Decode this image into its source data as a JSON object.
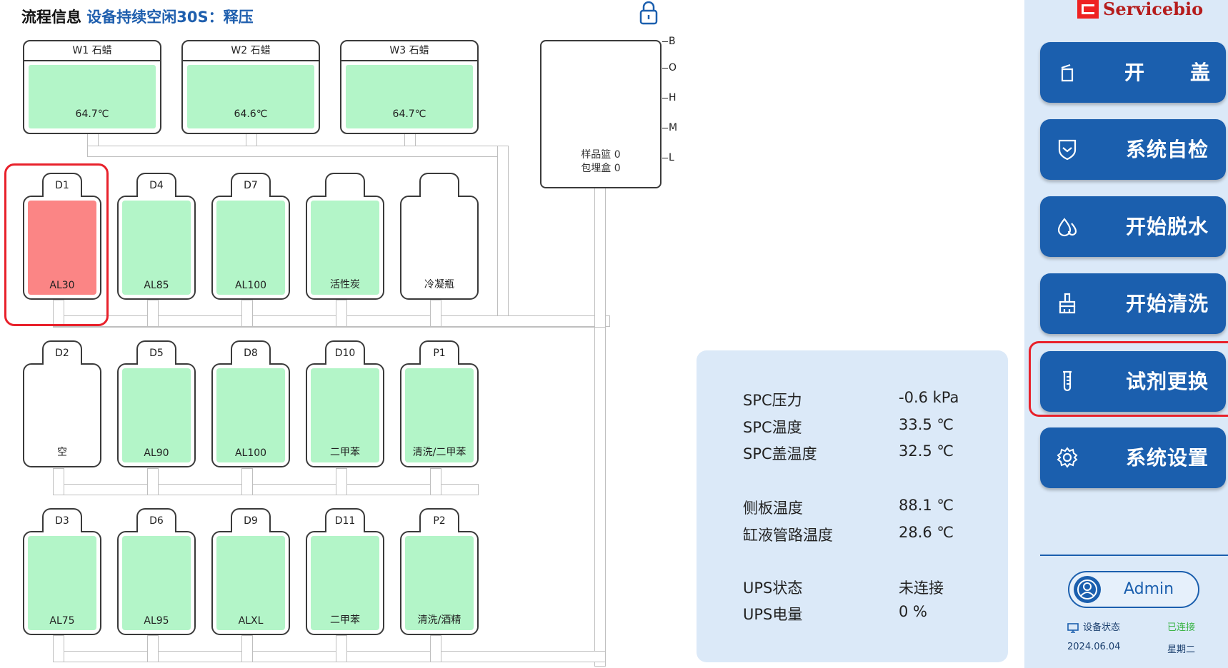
{
  "header": {
    "label": "流程信息",
    "status": "设备持续空闲30S：释压"
  },
  "wax_tanks": [
    {
      "name": "W1 石蜡",
      "temp": "64.7℃"
    },
    {
      "name": "W2 石蜡",
      "temp": "64.6℃"
    },
    {
      "name": "W3 石蜡",
      "temp": "64.7℃"
    }
  ],
  "basket": {
    "line1": "样品篮 0",
    "line2": "包埋盒 0",
    "levels": [
      "B",
      "O",
      "H",
      "M",
      "L"
    ]
  },
  "bottles": [
    {
      "id": "D1",
      "label": "AL30",
      "fill": "red"
    },
    {
      "id": "D4",
      "label": "AL85",
      "fill": "green"
    },
    {
      "id": "D7",
      "label": "AL100",
      "fill": "green"
    },
    {
      "id": "",
      "label": "活性炭",
      "fill": "green"
    },
    {
      "id": "",
      "label": "冷凝瓶",
      "fill": "none"
    },
    {
      "id": "D2",
      "label": "空",
      "fill": "none"
    },
    {
      "id": "D5",
      "label": "AL90",
      "fill": "green"
    },
    {
      "id": "D8",
      "label": "AL100",
      "fill": "green"
    },
    {
      "id": "D10",
      "label": "二甲苯",
      "fill": "green"
    },
    {
      "id": "P1",
      "label": "清洗/二甲苯",
      "fill": "green"
    },
    {
      "id": "D3",
      "label": "AL75",
      "fill": "green"
    },
    {
      "id": "D6",
      "label": "AL95",
      "fill": "green"
    },
    {
      "id": "D9",
      "label": "ALXL",
      "fill": "green"
    },
    {
      "id": "D11",
      "label": "二甲苯",
      "fill": "green"
    },
    {
      "id": "P2",
      "label": "清洗/酒精",
      "fill": "green"
    }
  ],
  "info": {
    "rows": [
      {
        "label": "SPC压力",
        "value": "-0.6 kPa"
      },
      {
        "label": "SPC温度",
        "value": "33.5 ℃"
      },
      {
        "label": "SPC盖温度",
        "value": "32.5 ℃"
      },
      {
        "label": "侧板温度",
        "value": "88.1 ℃"
      },
      {
        "label": "缸液管路温度",
        "value": "28.6 ℃"
      },
      {
        "label": "UPS状态",
        "value": "未连接"
      },
      {
        "label": "UPS电量",
        "value": "0 %"
      }
    ]
  },
  "sidebar": {
    "brand": "Servicebio",
    "open_lid_left": "开",
    "open_lid_right": "盖",
    "self_check": "系统自检",
    "dehydrate": "开始脱水",
    "clean": "开始清洗",
    "reagent": "试剂更换",
    "settings": "系统设置",
    "user": "Admin",
    "device_status_label": "设备状态",
    "device_status_value": "已连接",
    "date": "2024.06.04",
    "weekday": "星期二"
  },
  "colors": {
    "accent": "#1b5fae",
    "fill_green": "#b3f5c8",
    "fill_red": "#fb8585",
    "highlight": "#e8212b"
  }
}
